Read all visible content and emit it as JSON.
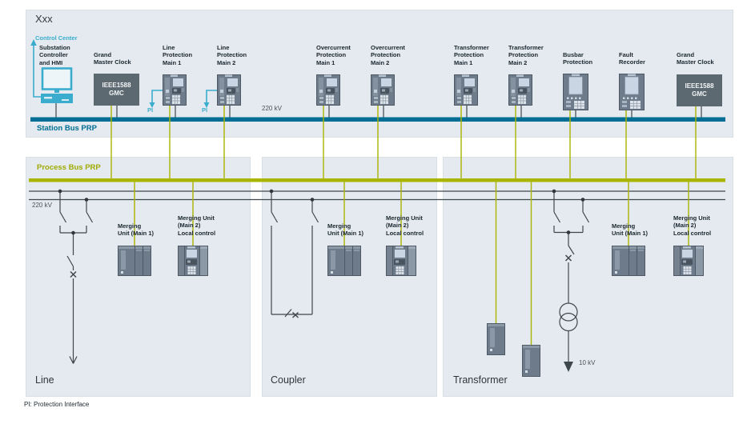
{
  "top_panel": {
    "title": "Xxx",
    "control_center_label": "Control Center",
    "pi_label": "PI",
    "voltage_label": "220 kV",
    "station_bus_label": "Station Bus PRP",
    "devices": [
      {
        "label": "Substation\nController\nand HMI"
      },
      {
        "label": "Grand\nMaster Clock",
        "box_text": "IEEE1588\nGMC"
      },
      {
        "label": "Line\nProtection\nMain 1"
      },
      {
        "label": "Line\nProtection\nMain 2"
      },
      {
        "label": "Overcurrent\nProtection\nMain 1"
      },
      {
        "label": "Overcurrent\nProtection\nMain 2"
      },
      {
        "label": "Transformer\nProtection\nMain 1"
      },
      {
        "label": "Transformer\nProtection\nMain 2"
      },
      {
        "label": "Busbar\nProtection"
      },
      {
        "label": "Fault\nRecorder"
      },
      {
        "label": "Grand\nMaster Clock",
        "box_text": "IEEE1588\nGMC"
      }
    ]
  },
  "process_panel": {
    "process_bus_label": "Process Bus PRP",
    "voltage_label": "220 kV",
    "bays": [
      {
        "label": "Line",
        "mu1_label": "Merging\nUnit (Main 1)",
        "mu2_label": "Merging Unit\n(Main 2)\nLocal control"
      },
      {
        "label": "Coupler",
        "mu1_label": "Merging\nUnit (Main 1)",
        "mu2_label": "Merging Unit\n(Main 2)\nLocal control"
      },
      {
        "label": "Transformer",
        "mu1_label": "Merging\nUnit (Main 1)",
        "mu2_label": "Merging Unit\n(Main 2)\nLocal control",
        "lv_label": "10 kV"
      }
    ]
  },
  "footnote": "PI: Protection Interface",
  "colors": {
    "station_bus": "#006d94",
    "process_bus": "#aab500",
    "accent_cyan": "#3aadce",
    "panel_bg": "#e4eaef"
  }
}
